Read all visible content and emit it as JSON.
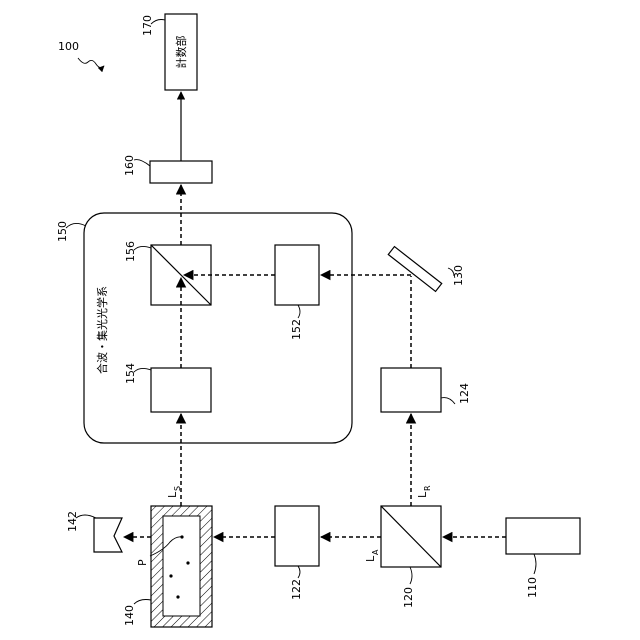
{
  "labels": {
    "system": "100",
    "counter_ref": "170",
    "counter_text": "計数部",
    "detector": "160",
    "optics_group": "150",
    "optics_group_text": "合波・集光光学系",
    "combiner": "156",
    "lens_152": "152",
    "mirror": "130",
    "lens_154": "154",
    "lens_124": "124",
    "flow_cell": "140",
    "trap": "142",
    "particle": "P",
    "lens_122": "122",
    "splitter": "120",
    "source": "110",
    "beam_signal": "L",
    "beam_signal_sub": "S",
    "beam_reference": "L",
    "beam_reference_sub": "R",
    "beam_source": "L",
    "beam_source_sub": "A"
  }
}
